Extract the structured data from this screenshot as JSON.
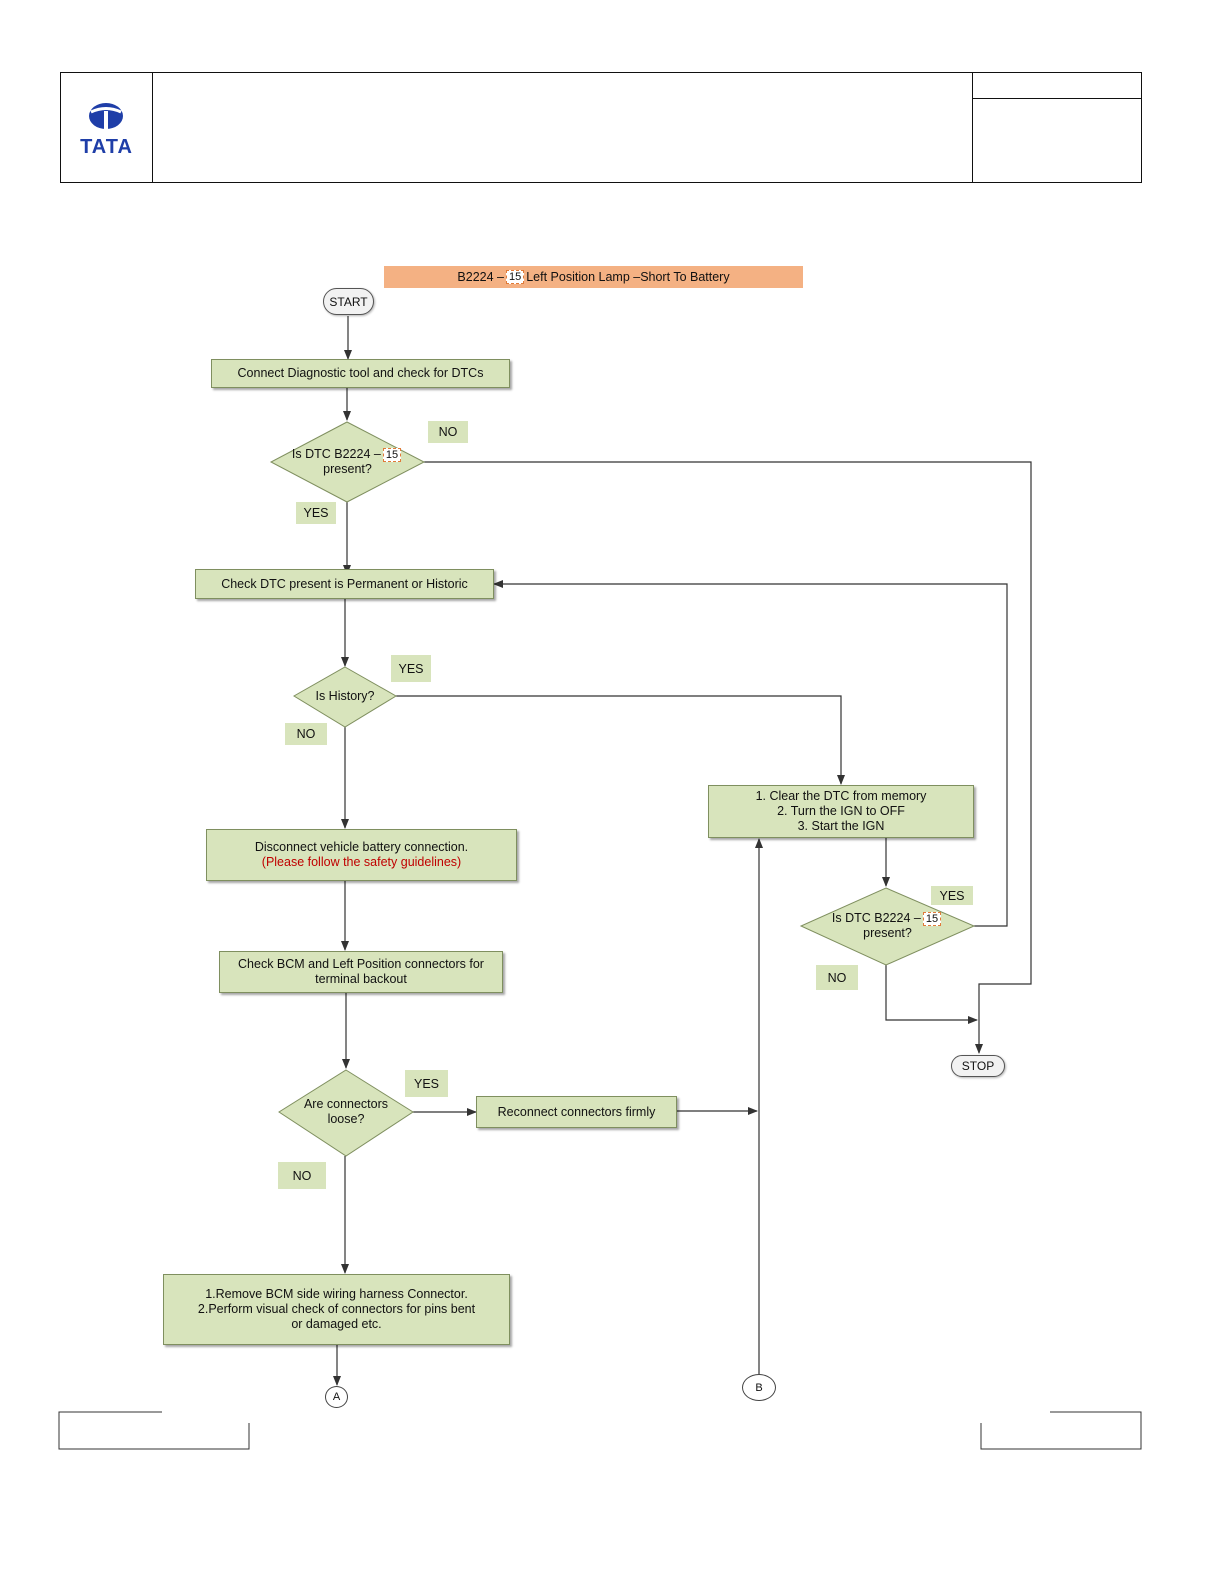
{
  "header": {
    "logo_text": "TATA"
  },
  "diagram": {
    "title_prefix": "B2224 –",
    "title_code": "15",
    "title_suffix": "Left Position Lamp –Short To Battery",
    "start": "START",
    "stop": "STOP",
    "step_connect": "Connect Diagnostic tool and check for DTCs",
    "decision_dtc_prefix": "Is DTC B2224 –",
    "decision_dtc_code": "15",
    "decision_dtc_suffix": "present?",
    "step_check_permanent": "Check DTC present is Permanent or Historic",
    "decision_history": "Is History?",
    "step_disconnect": "Disconnect vehicle battery connection.",
    "step_disconnect_note": "(Please follow the safety guidelines)",
    "step_check_bcm_line1": "Check  BCM and Left Position connectors for",
    "step_check_bcm_line2": "terminal backout",
    "decision_loose_line1": "Are connectors",
    "decision_loose_line2": "loose?",
    "step_reconnect": "Reconnect connectors firmly",
    "step_remove_line1": "1.Remove BCM side wiring harness Connector.",
    "step_remove_line2": "2.Perform visual check of connectors for pins bent",
    "step_remove_line3": "or damaged etc.",
    "step_clear_line1": "1. Clear the DTC from memory",
    "step_clear_line2": "2. Turn the IGN to OFF",
    "step_clear_line3": "3. Start the IGN",
    "connector_a": "A",
    "connector_b": "B",
    "yes": "YES",
    "no": "NO"
  }
}
